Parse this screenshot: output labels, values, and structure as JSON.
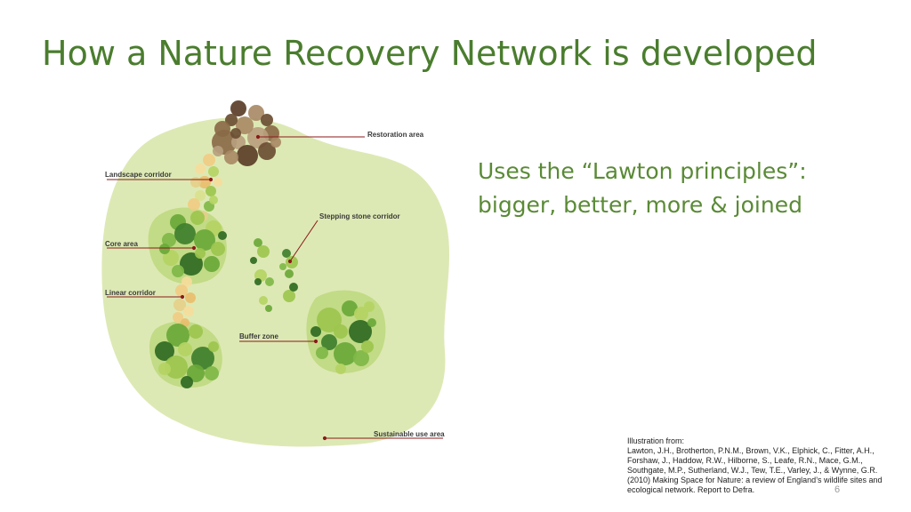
{
  "title": "How a Nature Recovery Network is developed",
  "subtitle": {
    "line1": "Uses the “Lawton principles”:",
    "line2": "bigger, better, more & joined"
  },
  "diagram": {
    "labels": {
      "restoration": "Restoration area",
      "landscape_corridor": "Landscape corridor",
      "stepping_stone": "Stepping stone corridor",
      "core": "Core area",
      "linear_corridor": "Linear corridor",
      "buffer": "Buffer zone",
      "sustainable": "Sustainable use area"
    },
    "colors": {
      "background_area": "#dde9b4",
      "buffer": "#c2db86",
      "core_dark": "#3f7f2d",
      "core_mid": "#6aa83a",
      "core_light": "#9cc64e",
      "restoration": "#8a6a48",
      "corridor": "#f0cc84",
      "leader_line": "#8b1a1a"
    }
  },
  "citation": {
    "heading": "Illustration from:",
    "text": "Lawton, J.H., Brotherton, P.N.M., Brown, V.K., Elphick, C., Fitter, A.H., Forshaw, J., Haddow, R.W., Hilborne, S., Leafe, R.N., Mace, G.M., Southgate, M.P., Sutherland, W.J., Tew, T.E., Varley, J., & Wynne, G.R. (2010) Making Space for Nature: a review of England’s wildlife sites and ecological network. Report to Defra."
  },
  "page_number": "6"
}
